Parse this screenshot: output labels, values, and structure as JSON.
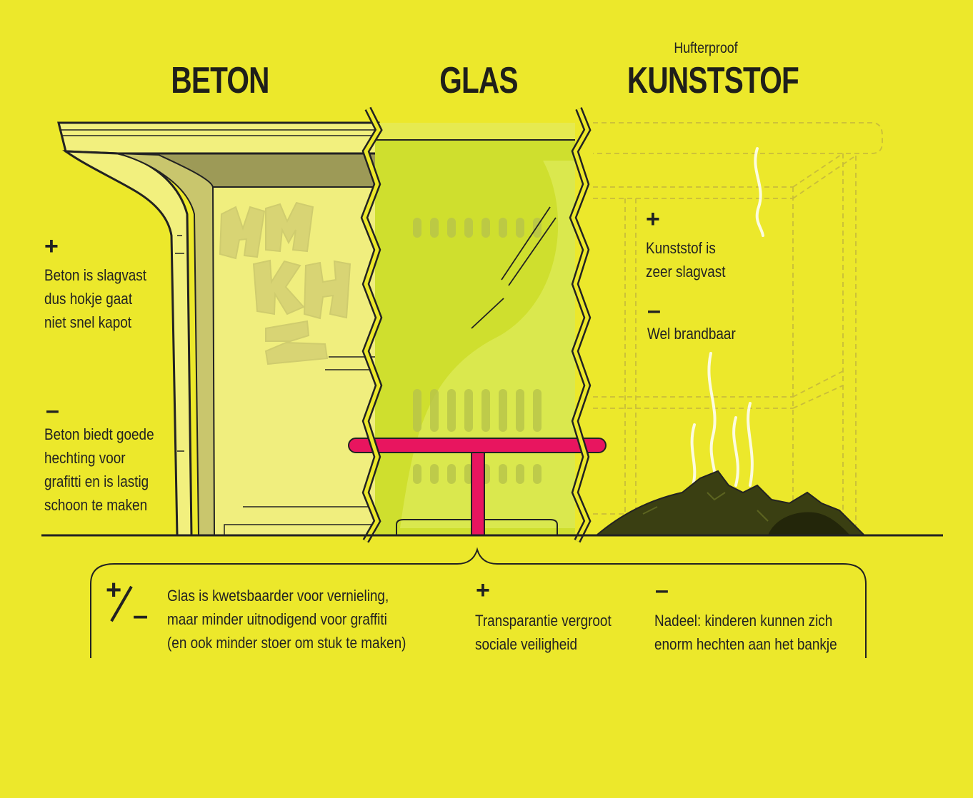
{
  "columns": {
    "beton": {
      "title": "BETON",
      "pro_sign": "+",
      "pro_text": "Beton is slagvast\ndus hokje gaat\nniet snel kapot",
      "con_sign": "–",
      "con_text": "Beton biedt goede\nhechting voor\ngrafitti en is lastig\nschoon te maken"
    },
    "glas": {
      "title": "GLAS"
    },
    "kunststof": {
      "subtitle": "Hufterproof",
      "title": "KUNSTSTOF",
      "pro_sign": "+",
      "pro_text": "Kunststof is\nzeer slagvast",
      "con_sign": "–",
      "con_text": "Wel brandbaar"
    }
  },
  "bottom": {
    "mixed_sign_plus": "+",
    "mixed_sign_minus": "–",
    "mixed_text": "Glas is kwetsbaarder voor vernieling,\nmaar minder uitnodigend voor graffiti\n(en ook minder stoer om stuk te maken)",
    "pro_sign": "+",
    "pro_text": "Transparantie vergroot\nsociale veiligheid",
    "con_sign": "–",
    "con_text": "Nadeel: kinderen kunnen zich\nenorm hechten aan het bankje"
  },
  "graffiti_letters": "HMKHZ",
  "colors": {
    "background": "#ece82b",
    "bench": "#e8155f",
    "burnt_debris": "#3a3f12",
    "outline": "#222222"
  },
  "icons": [
    "smoke-icon",
    "burnt-debris-icon",
    "graffiti-icon",
    "bench-icon"
  ]
}
